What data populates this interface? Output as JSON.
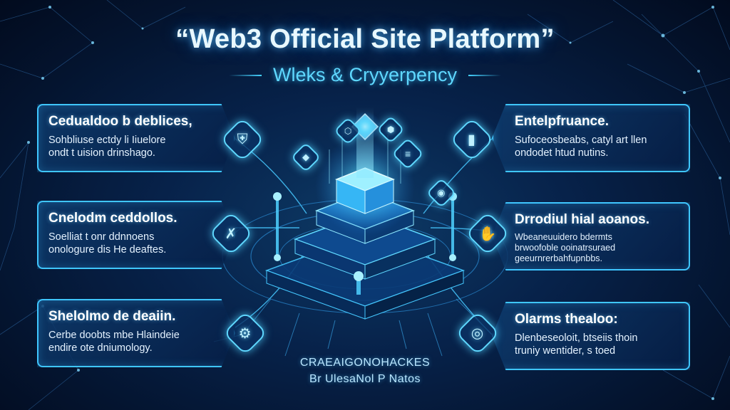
{
  "header": {
    "title": "“Web3 Official Site Platform”",
    "subtitle": "Wleks & Cryyerpency"
  },
  "cards": [
    {
      "side": "left",
      "title": "Cedualdoo b deblices,",
      "lines": [
        "Sohbliuse ectdy li Iiuelore",
        "ondt t uision drinshago."
      ],
      "icon": "shield-icon"
    },
    {
      "side": "left",
      "title": "Cnelodm ceddollos.",
      "lines": [
        "Soelliat t onr ddnnoens",
        "onologure dis He deaftes."
      ],
      "icon": "tools-icon"
    },
    {
      "side": "left",
      "title": "Shelolmo de deaiin.",
      "lines": [
        "Cerbe doobts mbe Hlaindeie",
        "endire ote dniumology."
      ],
      "icon": "gear-icon"
    },
    {
      "side": "right",
      "title": "Entelpfruance.",
      "lines": [
        "Sufoceosbeabs, catyl art llen",
        "ondodet htud nutins."
      ],
      "icon": "chart-icon"
    },
    {
      "side": "right",
      "title": "Drrodiul hial aoanos.",
      "lines": [
        "Wbeaneuuidero bdermts",
        "brwoofoble ooinatrsuraed",
        "geeurnrerbahfupnbbs."
      ],
      "icon": "hand-icon"
    },
    {
      "side": "right",
      "title": "Olarms thealoo:",
      "lines": [
        "Dlenbeseoloit, btseiis thoin",
        "truniy wentider, s toed"
      ],
      "icon": "globe-icon"
    }
  ],
  "footer": {
    "line1": "CRAEAIGONOHACKES",
    "line2": "Br UlesaNol P Natos"
  },
  "colors": {
    "accent": "#3fc6ff",
    "background": "#04142f",
    "glow": "#5fd8ff"
  }
}
